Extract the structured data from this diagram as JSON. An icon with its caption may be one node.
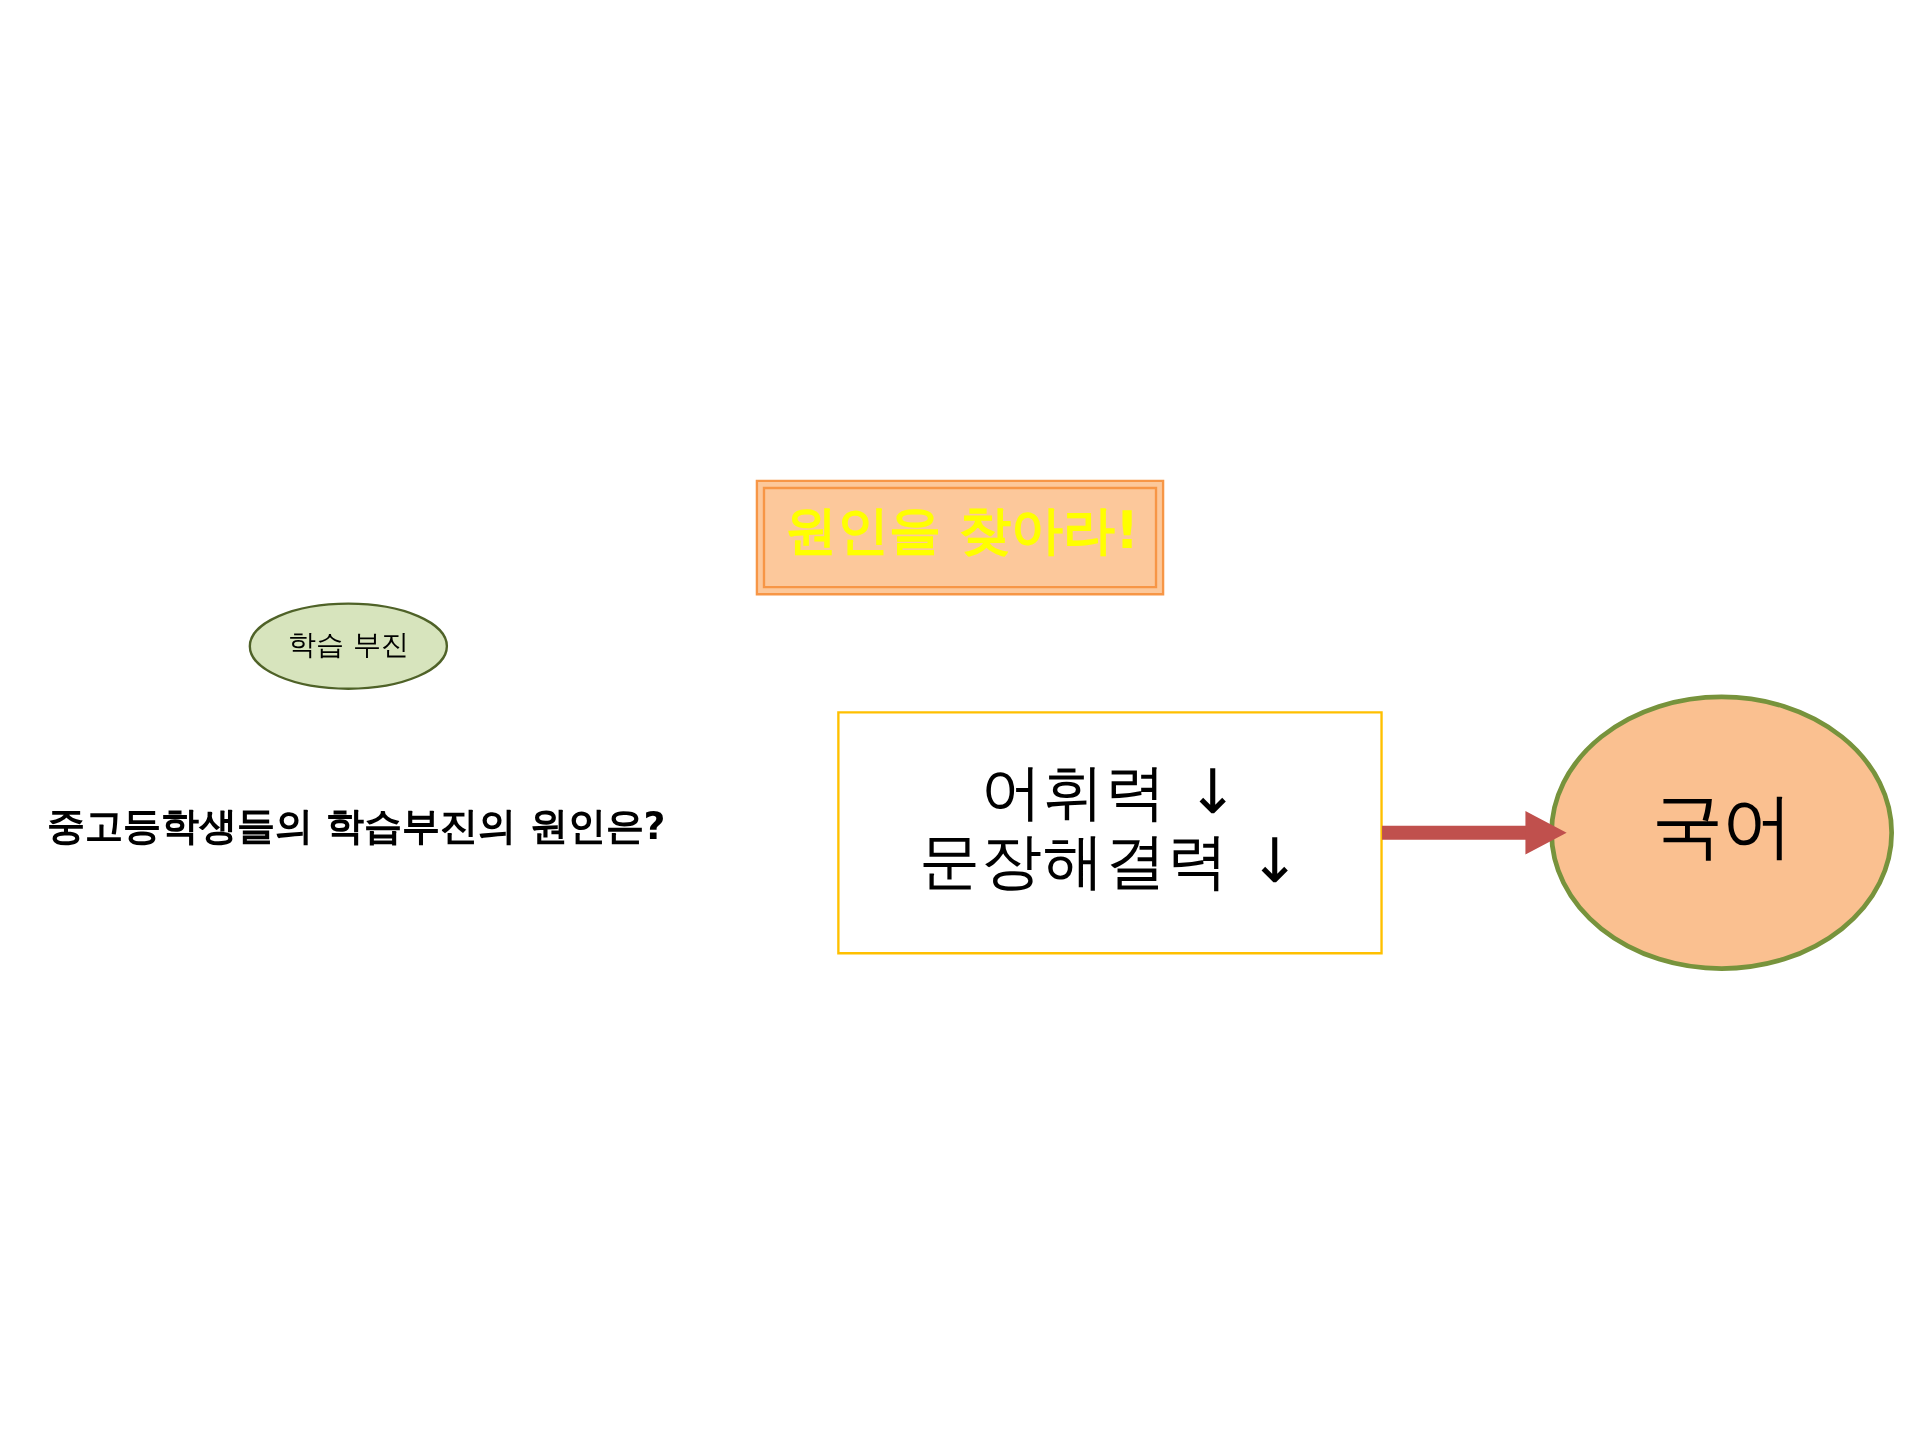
{
  "diagram": {
    "title": "원인을 찾아라!",
    "nodes": [
      {
        "text": [
          "학습 부진"
        ]
      },
      {
        "text": [
          "어휘력 ↓",
          "문장해결력 ↓"
        ]
      },
      {
        "text": [
          "국어"
        ]
      }
    ],
    "edges": [
      {
        "from": 1,
        "to": 2,
        "arrow": "to",
        "color": "#c0504d"
      }
    ],
    "labels": [
      "중고등학생들의 학습부진의 원인은?"
    ]
  }
}
